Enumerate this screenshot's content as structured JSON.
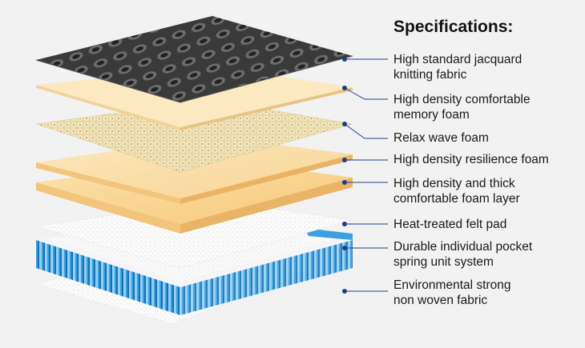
{
  "title": "Specifications:",
  "accent_color": "#1d3f8a",
  "layers": [
    {
      "id": "jacquard",
      "lines": [
        "High standard jacquard",
        "knitting fabric"
      ]
    },
    {
      "id": "memory",
      "lines": [
        "High density comfortable",
        "memory foam"
      ]
    },
    {
      "id": "wave",
      "lines": [
        "Relax wave foam"
      ]
    },
    {
      "id": "resilience",
      "lines": [
        "High density resilience foam"
      ]
    },
    {
      "id": "thick",
      "lines": [
        "High density and thick",
        "comfortable foam layer"
      ]
    },
    {
      "id": "felt",
      "lines": [
        "Heat-treated felt pad"
      ]
    },
    {
      "id": "spring",
      "lines": [
        "Durable individual pocket",
        "spring unit system"
      ]
    },
    {
      "id": "nonwoven",
      "lines": [
        "Environmental strong",
        "non woven fabric"
      ]
    }
  ]
}
